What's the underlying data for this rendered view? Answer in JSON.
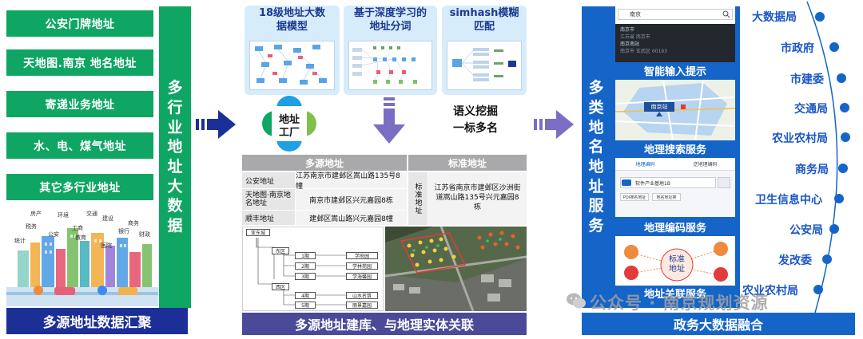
{
  "left": {
    "buttons": [
      "公安门牌地址",
      "天地图.南京 地名地址",
      "寄递业务地址",
      "水、电、煤气地址",
      "其它多行业地址"
    ],
    "vertical_title": [
      "多",
      "行",
      "业",
      "地",
      "址",
      "大",
      "数",
      "据"
    ],
    "city_labels": [
      "房产",
      "环境",
      "交通",
      "建设",
      "商务",
      "税务",
      "工商",
      "公安",
      "教育",
      "银行",
      "财政",
      "统计",
      "医院"
    ],
    "footer": "多源地址数据汇聚"
  },
  "middle": {
    "cards": [
      {
        "title_line1": "18级地址大数",
        "title_line2": "据模型"
      },
      {
        "title_line1": "基于深度学习的",
        "title_line2": "地址分词"
      },
      {
        "title_line1": "simhash模糊",
        "title_line2": "匹配"
      }
    ],
    "factory_line1": "地址",
    "factory_line2": "工厂",
    "semantic_line1": "语义挖掘",
    "semantic_line2": "一标多名",
    "table": {
      "head_source": "多源地址",
      "head_standard": "标准地址",
      "rows": [
        {
          "label": "公安地址",
          "value": "江苏南京市建邺区嵩山路135号8幢"
        },
        {
          "label": "天地图·南京地名地址",
          "value": "南京市建邺区兴元嘉园8栋"
        },
        {
          "label": "顺丰地址",
          "value": "建邺区嵩山路兴元嘉园8幢"
        }
      ],
      "standard_label": "标准地址",
      "standard_value": "江苏省南京市建邺区沙洲街道嵩山路135号兴元嘉园8栋"
    },
    "tree": {
      "root": "亚东城",
      "districts": [
        "东区",
        "西区"
      ],
      "east_phases": [
        "1期",
        "2期",
        "3期"
      ],
      "east_names": [
        "学府园",
        "学林苑园",
        "学海馨园"
      ],
      "west_phases": [
        "4期",
        "5期"
      ],
      "west_names": [
        "山水名筑",
        "丽景嘉园"
      ]
    },
    "footer": "多源地址建库、与地理实体关联"
  },
  "services": {
    "vertical_title": [
      "多",
      "类",
      "地",
      "名",
      "地",
      "址",
      "服",
      "务"
    ],
    "labels": [
      "智能输入提示",
      "地理搜索服务",
      "地理编码服务",
      "地址关联服务"
    ],
    "search_placeholder": "南京",
    "search_results": [
      "南京市",
      "江苏省 南京市",
      "南京南站",
      "南京市 玄武区 60193"
    ],
    "map_pin": "南京站",
    "geocode_tabs": [
      "地理编码",
      "逆地理编码"
    ],
    "geocode_input": "软件产业基地1B",
    "geocode_btns": [
      "POI搜名地址",
      "地名地址搜"
    ],
    "assoc_center_line1": "标准",
    "assoc_center_line2": "地址",
    "footer": "政务大数据融合"
  },
  "agencies": [
    "大数据局",
    "市政府",
    "市建委",
    "交通局",
    "农业农村局",
    "商务局",
    "卫生信息中心",
    "公安局",
    "发改委",
    "农业农村局"
  ],
  "watermark": "公众号 · 南京规划资源"
}
